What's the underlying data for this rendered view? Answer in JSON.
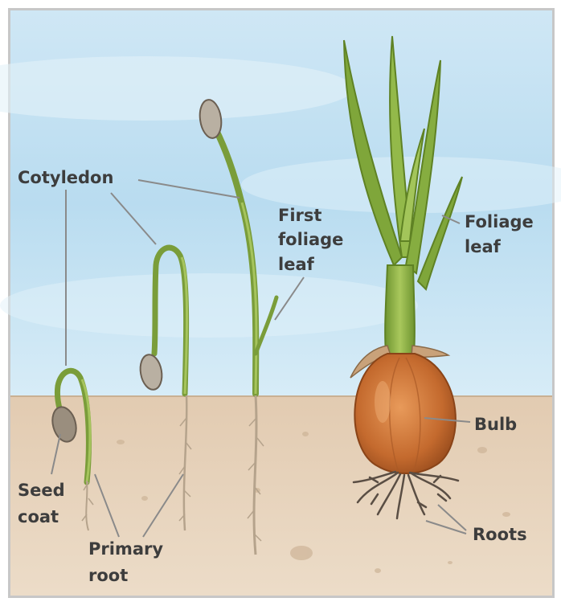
{
  "labels": {
    "cotyledon": "Cotyledon",
    "first_foliage_leaf": [
      "First",
      "foliage",
      "leaf"
    ],
    "foliage_leaf": [
      "Foliage",
      "leaf"
    ],
    "bulb": "Bulb",
    "seed_coat": [
      "Seed",
      "coat"
    ],
    "primary_root": [
      "Primary",
      "root"
    ],
    "roots": "Roots"
  },
  "colors": {
    "sky": "#c9e3f2",
    "soil": "#e6d3bd",
    "stem": "#8fb34a",
    "bulb": "#c9763c",
    "label": "#3d3d3d"
  }
}
